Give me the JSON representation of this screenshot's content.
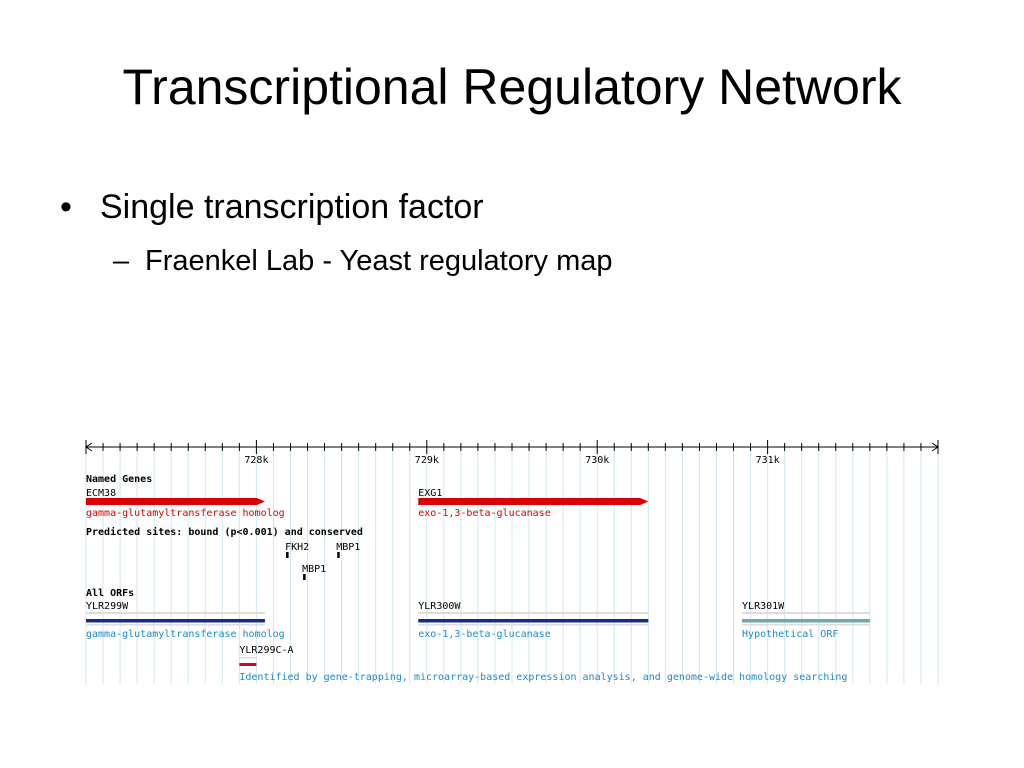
{
  "title": "Transcriptional Regulatory Network",
  "bullets": [
    {
      "text": "Single transcription factor",
      "marker": "•"
    },
    {
      "text": "Fraenkel Lab - Yeast regulatory map",
      "marker": "–"
    }
  ],
  "map": {
    "colors": {
      "gene": "#dd0000",
      "gene_desc": "#dd0000",
      "orf": "#1a2a8a",
      "orf_desc": "#1a8acc",
      "hypothetical": "#6fa8a8",
      "small_orf": "#dd0033",
      "grid": "#cfe8ee"
    },
    "axis": {
      "start": 727.0,
      "end": 732.0,
      "ticks": [
        {
          "pos": 728.0,
          "label": "728k"
        },
        {
          "pos": 729.0,
          "label": "729k"
        },
        {
          "pos": 730.0,
          "label": "730k"
        },
        {
          "pos": 731.0,
          "label": "731k"
        }
      ]
    },
    "named_genes": {
      "heading": "Named Genes",
      "genes": [
        {
          "name": "ECM38",
          "start": 727.0,
          "end": 728.05,
          "description": "gamma-glutamyltransferase homolog"
        },
        {
          "name": "EXG1",
          "start": 728.95,
          "end": 730.3,
          "description": "exo-1,3-beta-glucanase"
        }
      ]
    },
    "predicted_sites": {
      "heading": "Predicted sites: bound (p<0.001) and conserved",
      "sites": [
        {
          "name": "FKH2",
          "pos": 728.18,
          "row": 0
        },
        {
          "name": "MBP1",
          "pos": 728.48,
          "row": 0
        },
        {
          "name": "MBP1",
          "pos": 728.28,
          "row": 1
        }
      ]
    },
    "all_orfs": {
      "heading": "All ORFs",
      "orfs": [
        {
          "name": "YLR299W",
          "start": 727.0,
          "end": 728.05,
          "description": "gamma-glutamyltransferase homolog",
          "kind": "orf"
        },
        {
          "name": "YLR300W",
          "start": 728.95,
          "end": 730.3,
          "description": "exo-1,3-beta-glucanase",
          "kind": "orf"
        },
        {
          "name": "YLR301W",
          "start": 730.85,
          "end": 731.6,
          "description": "Hypothetical ORF",
          "kind": "hypothetical"
        }
      ],
      "small_orf": {
        "name": "YLR299C-A",
        "start": 727.9,
        "end": 728.0,
        "description": "Identified by gene-trapping, microarray-based expression analysis, and genome-wide homology searching"
      }
    }
  }
}
